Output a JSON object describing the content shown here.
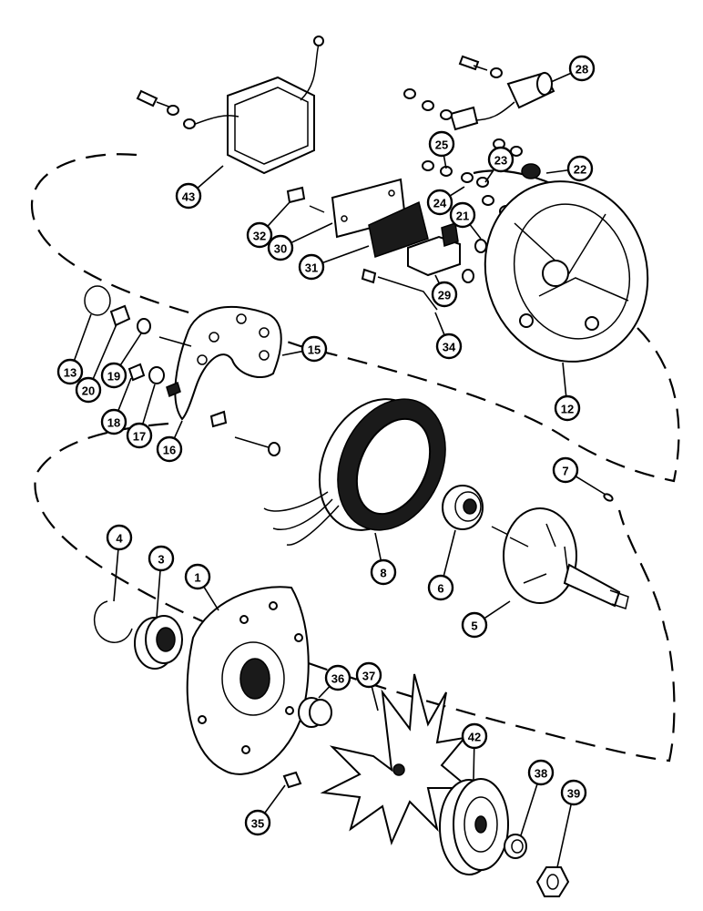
{
  "callouts": [
    "43",
    "28",
    "25",
    "23",
    "22",
    "24",
    "21",
    "32",
    "30",
    "31",
    "29",
    "13",
    "20",
    "19",
    "15",
    "18",
    "17",
    "16",
    "34",
    "12",
    "7",
    "8",
    "6",
    "4",
    "3",
    "1",
    "5",
    "36",
    "37",
    "42",
    "38",
    "39",
    "35"
  ],
  "colors": {
    "line": "#000000",
    "background": "#ffffff"
  }
}
